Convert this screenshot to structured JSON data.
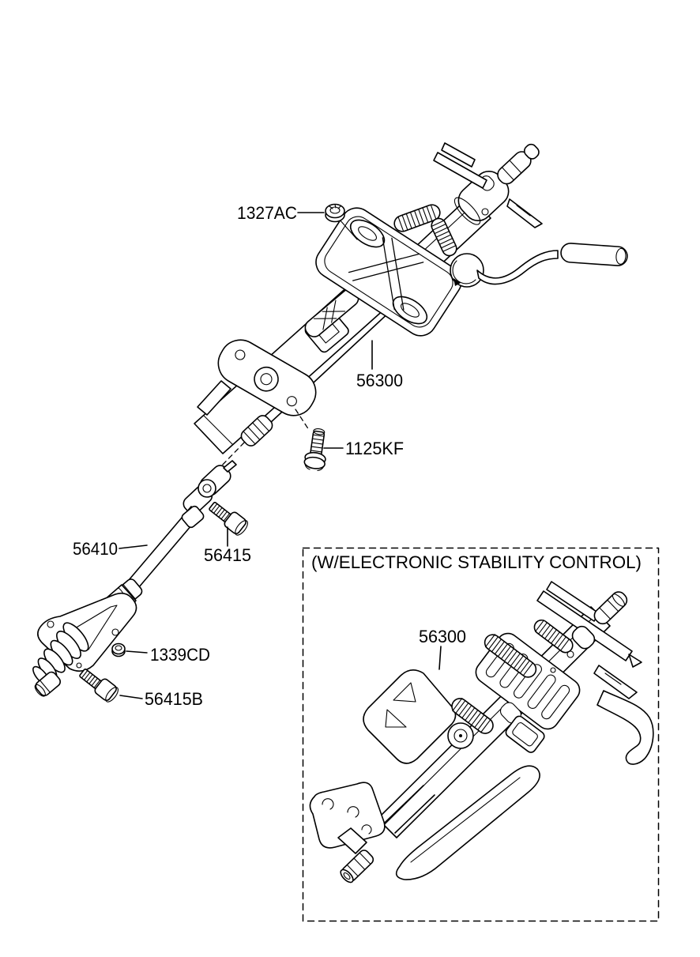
{
  "diagram": {
    "colors": {
      "ink": "#000000",
      "paper": "#ffffff"
    },
    "main_view": {
      "labels": {
        "nut": "1327AC",
        "column_assembly": "56300",
        "bolt": "1125KF",
        "intermediate_shaft": "56410",
        "upper_joint_bolt": "56415",
        "dust_seal_nut": "1339CD",
        "lower_joint_bolt": "56415B"
      }
    },
    "inset_view": {
      "title": "(W/ELECTRONIC STABILITY CONTROL)",
      "labels": {
        "column_assembly": "56300"
      }
    }
  }
}
